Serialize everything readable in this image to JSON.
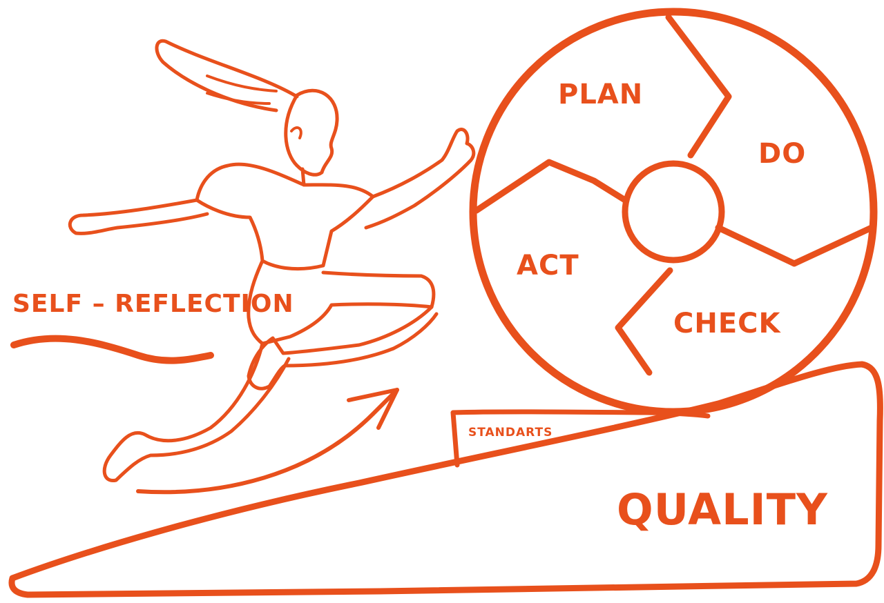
{
  "colors": {
    "ink": "#E8501C",
    "background": "#ffffff"
  },
  "labels": {
    "self_reflection": "SELF – REFLECTION",
    "plan": "PLAN",
    "do": "DO",
    "check": "CHECK",
    "act": "ACT",
    "standards": "STANDARTS",
    "quality": "QUALITY"
  },
  "illustration": {
    "figure": "running-woman-illustration",
    "wheel": "pdca-wheel",
    "ramp": "quality-ramp",
    "wedge": "standards-wedge"
  }
}
